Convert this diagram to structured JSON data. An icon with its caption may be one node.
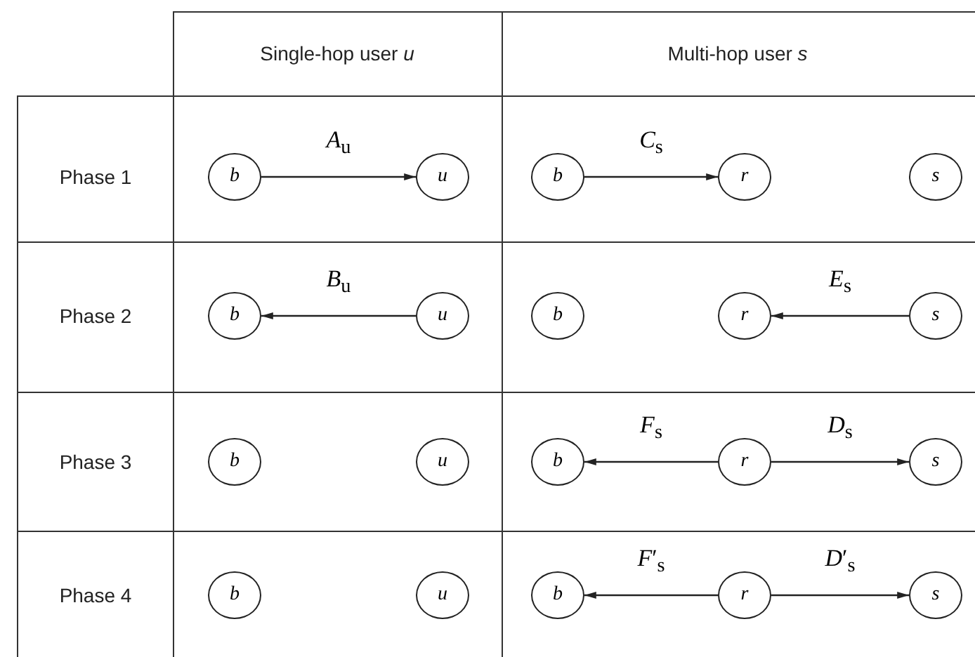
{
  "diagram": {
    "nodes": [
      {
        "text": [
          "b"
        ]
      },
      {
        "text": [
          "u"
        ]
      },
      {
        "text": [
          "b"
        ]
      },
      {
        "text": [
          "r"
        ]
      },
      {
        "text": [
          "s"
        ]
      },
      {
        "text": [
          "b"
        ]
      },
      {
        "text": [
          "u"
        ]
      },
      {
        "text": [
          "b"
        ]
      },
      {
        "text": [
          "r"
        ]
      },
      {
        "text": [
          "s"
        ]
      },
      {
        "text": [
          "b"
        ]
      },
      {
        "text": [
          "u"
        ]
      },
      {
        "text": [
          "b"
        ]
      },
      {
        "text": [
          "r"
        ]
      },
      {
        "text": [
          "s"
        ]
      },
      {
        "text": [
          "b"
        ]
      },
      {
        "text": [
          "u"
        ]
      },
      {
        "text": [
          "b"
        ]
      },
      {
        "text": [
          "r"
        ]
      },
      {
        "text": [
          "s"
        ]
      }
    ],
    "edges": [
      {
        "from": 0,
        "to": 1,
        "arrow": "to",
        "label": "*A*$_{u}$"
      },
      {
        "from": 2,
        "to": 3,
        "arrow": "to",
        "label": "*C*$_{s}$"
      },
      {
        "from": 6,
        "to": 5,
        "arrow": "to",
        "label": "*B*$_{u}$"
      },
      {
        "from": 9,
        "to": 8,
        "arrow": "to",
        "label": "*E*$_{s}$"
      },
      {
        "from": 13,
        "to": 12,
        "arrow": "to",
        "label": "*F*$_{s}$"
      },
      {
        "from": 13,
        "to": 14,
        "arrow": "to",
        "label": "*D*$_{s}$"
      },
      {
        "from": 18,
        "to": 17,
        "arrow": "to",
        "label": "*F*′$_{s}$"
      },
      {
        "from": 18,
        "to": 19,
        "arrow": "to",
        "label": "*D*′$_{s}$"
      }
    ],
    "labels": [
      "Single-hop user *u*",
      "Multi-hop user *s*",
      "Phase 1",
      "Phase 2",
      "Phase 3",
      "Phase 4"
    ]
  }
}
